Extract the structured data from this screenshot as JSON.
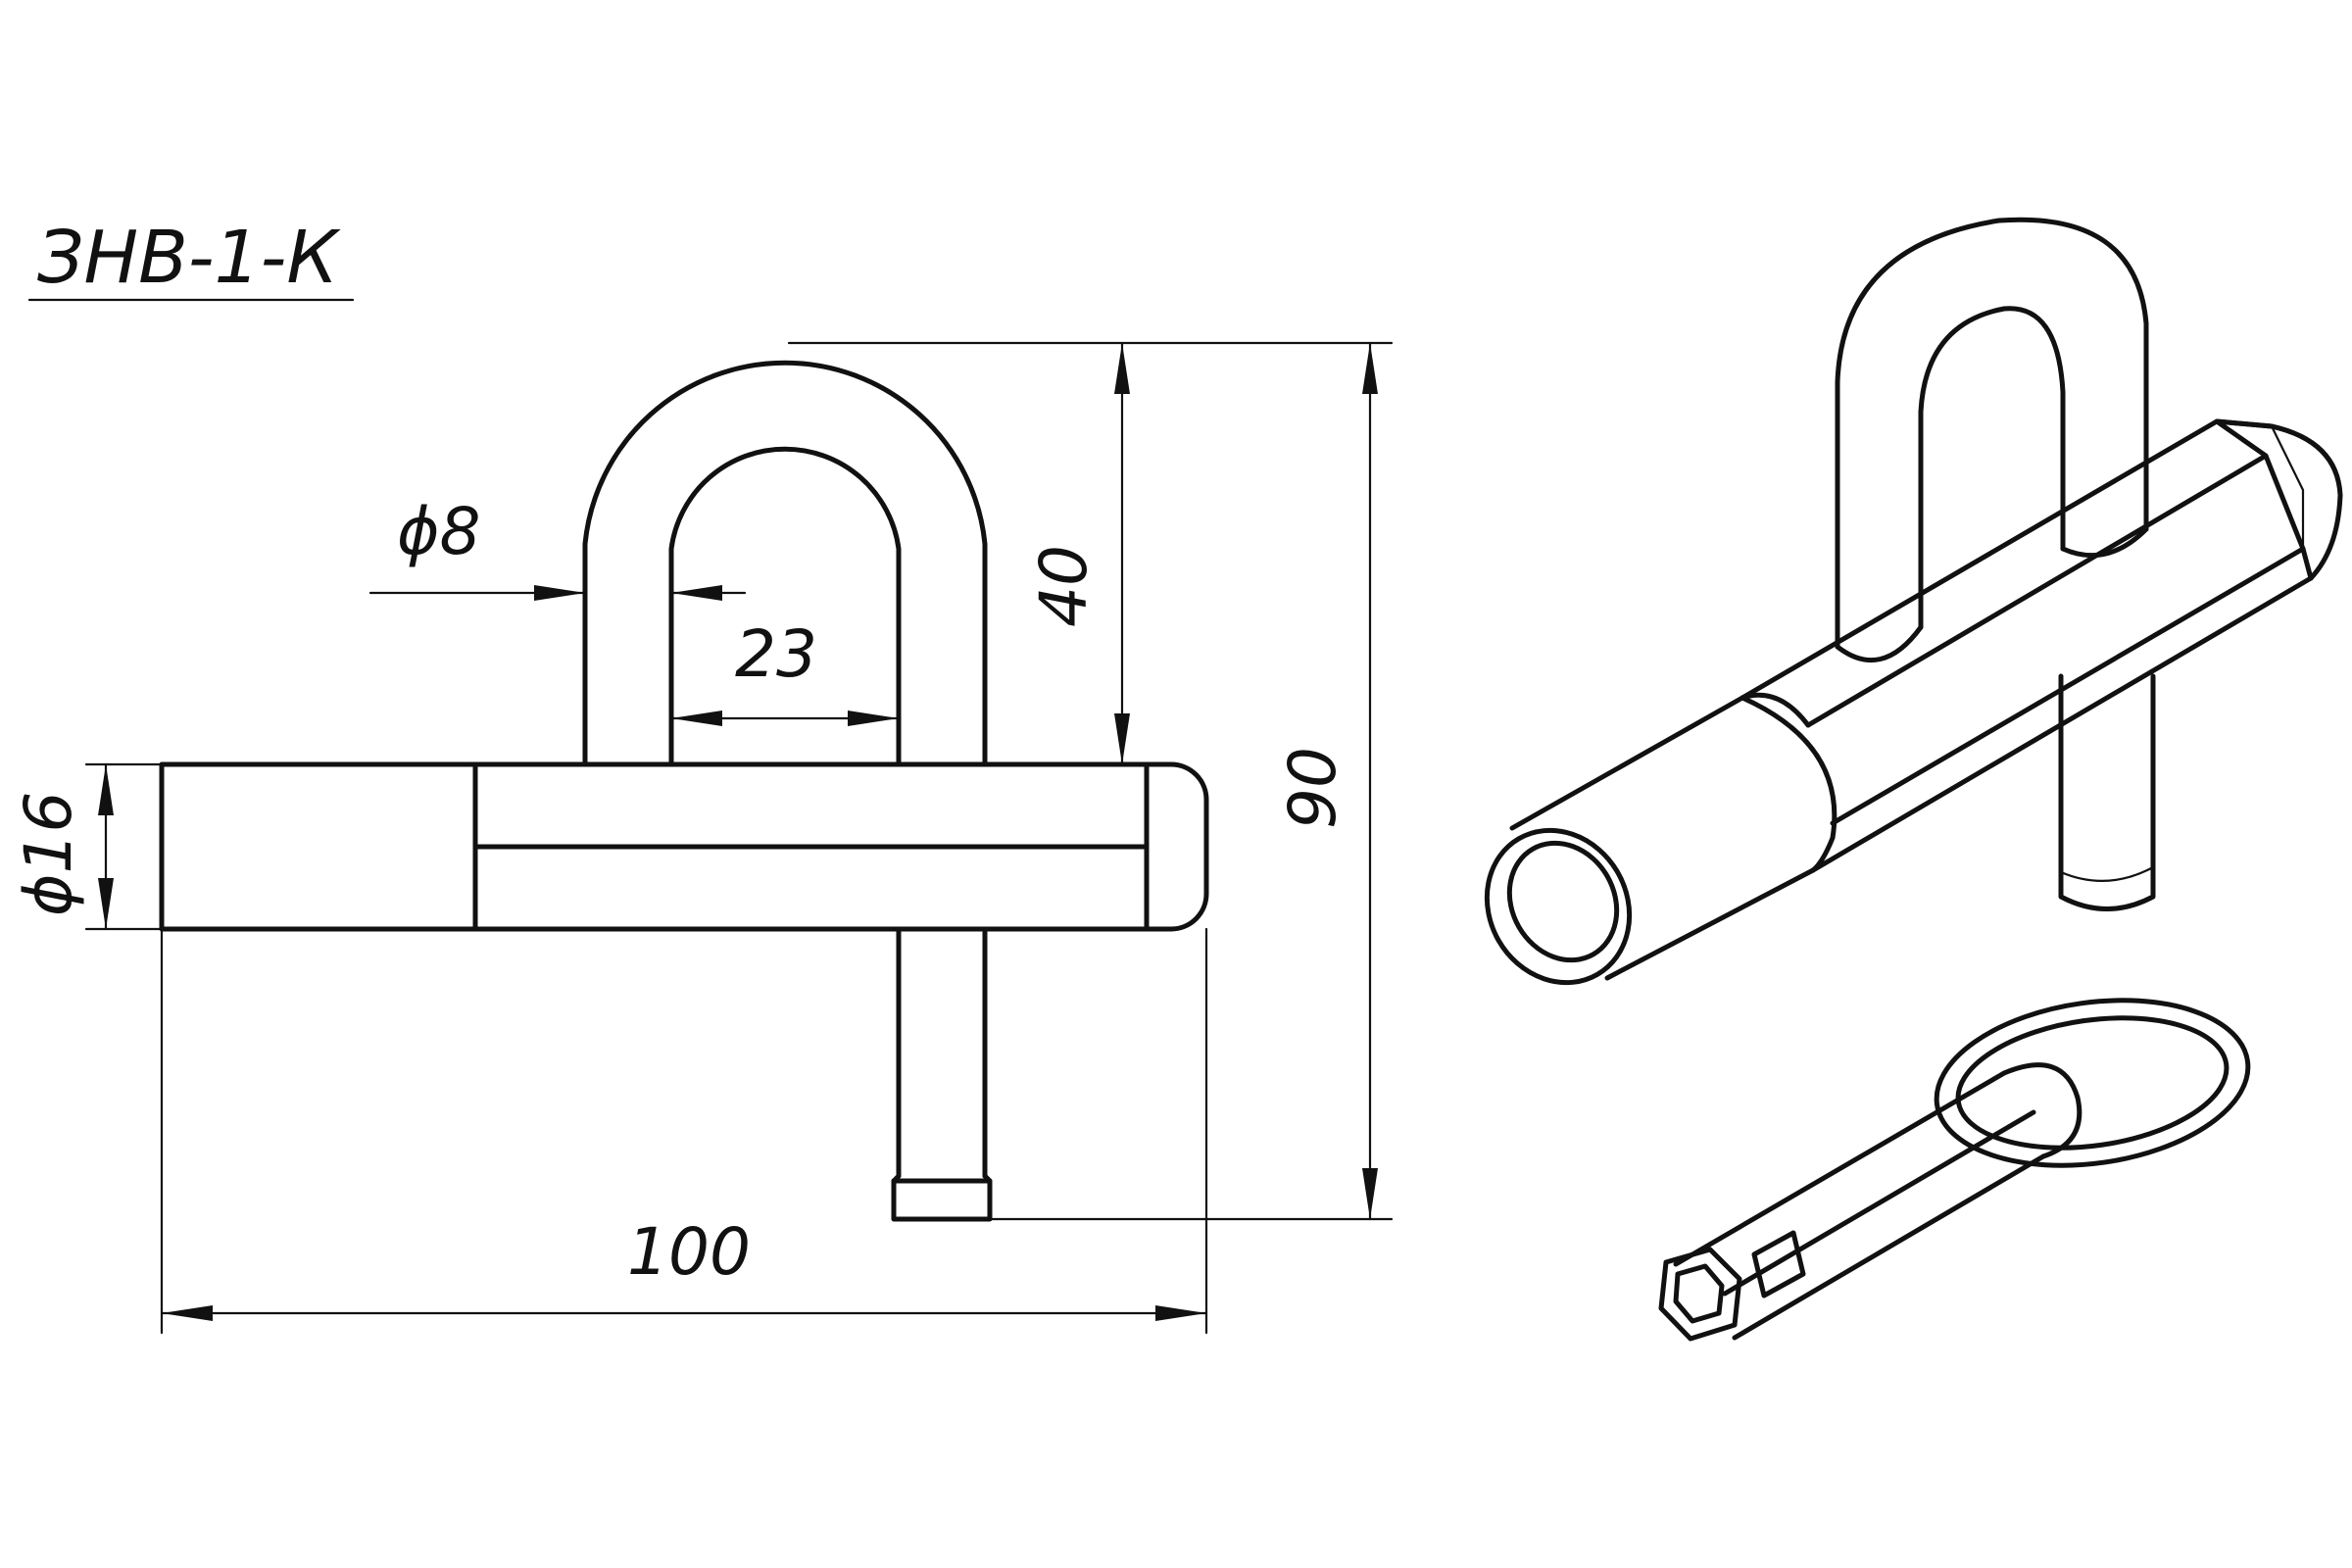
{
  "title": "ЗНВ-1-К",
  "dimensions": {
    "rod_diameter": "ϕ8",
    "inner_width": "23",
    "shackle_height": "40",
    "total_height": "90",
    "body_diameter": "ϕ16",
    "total_length": "100"
  },
  "colors": {
    "line": "#111111",
    "background": "#ffffff"
  }
}
